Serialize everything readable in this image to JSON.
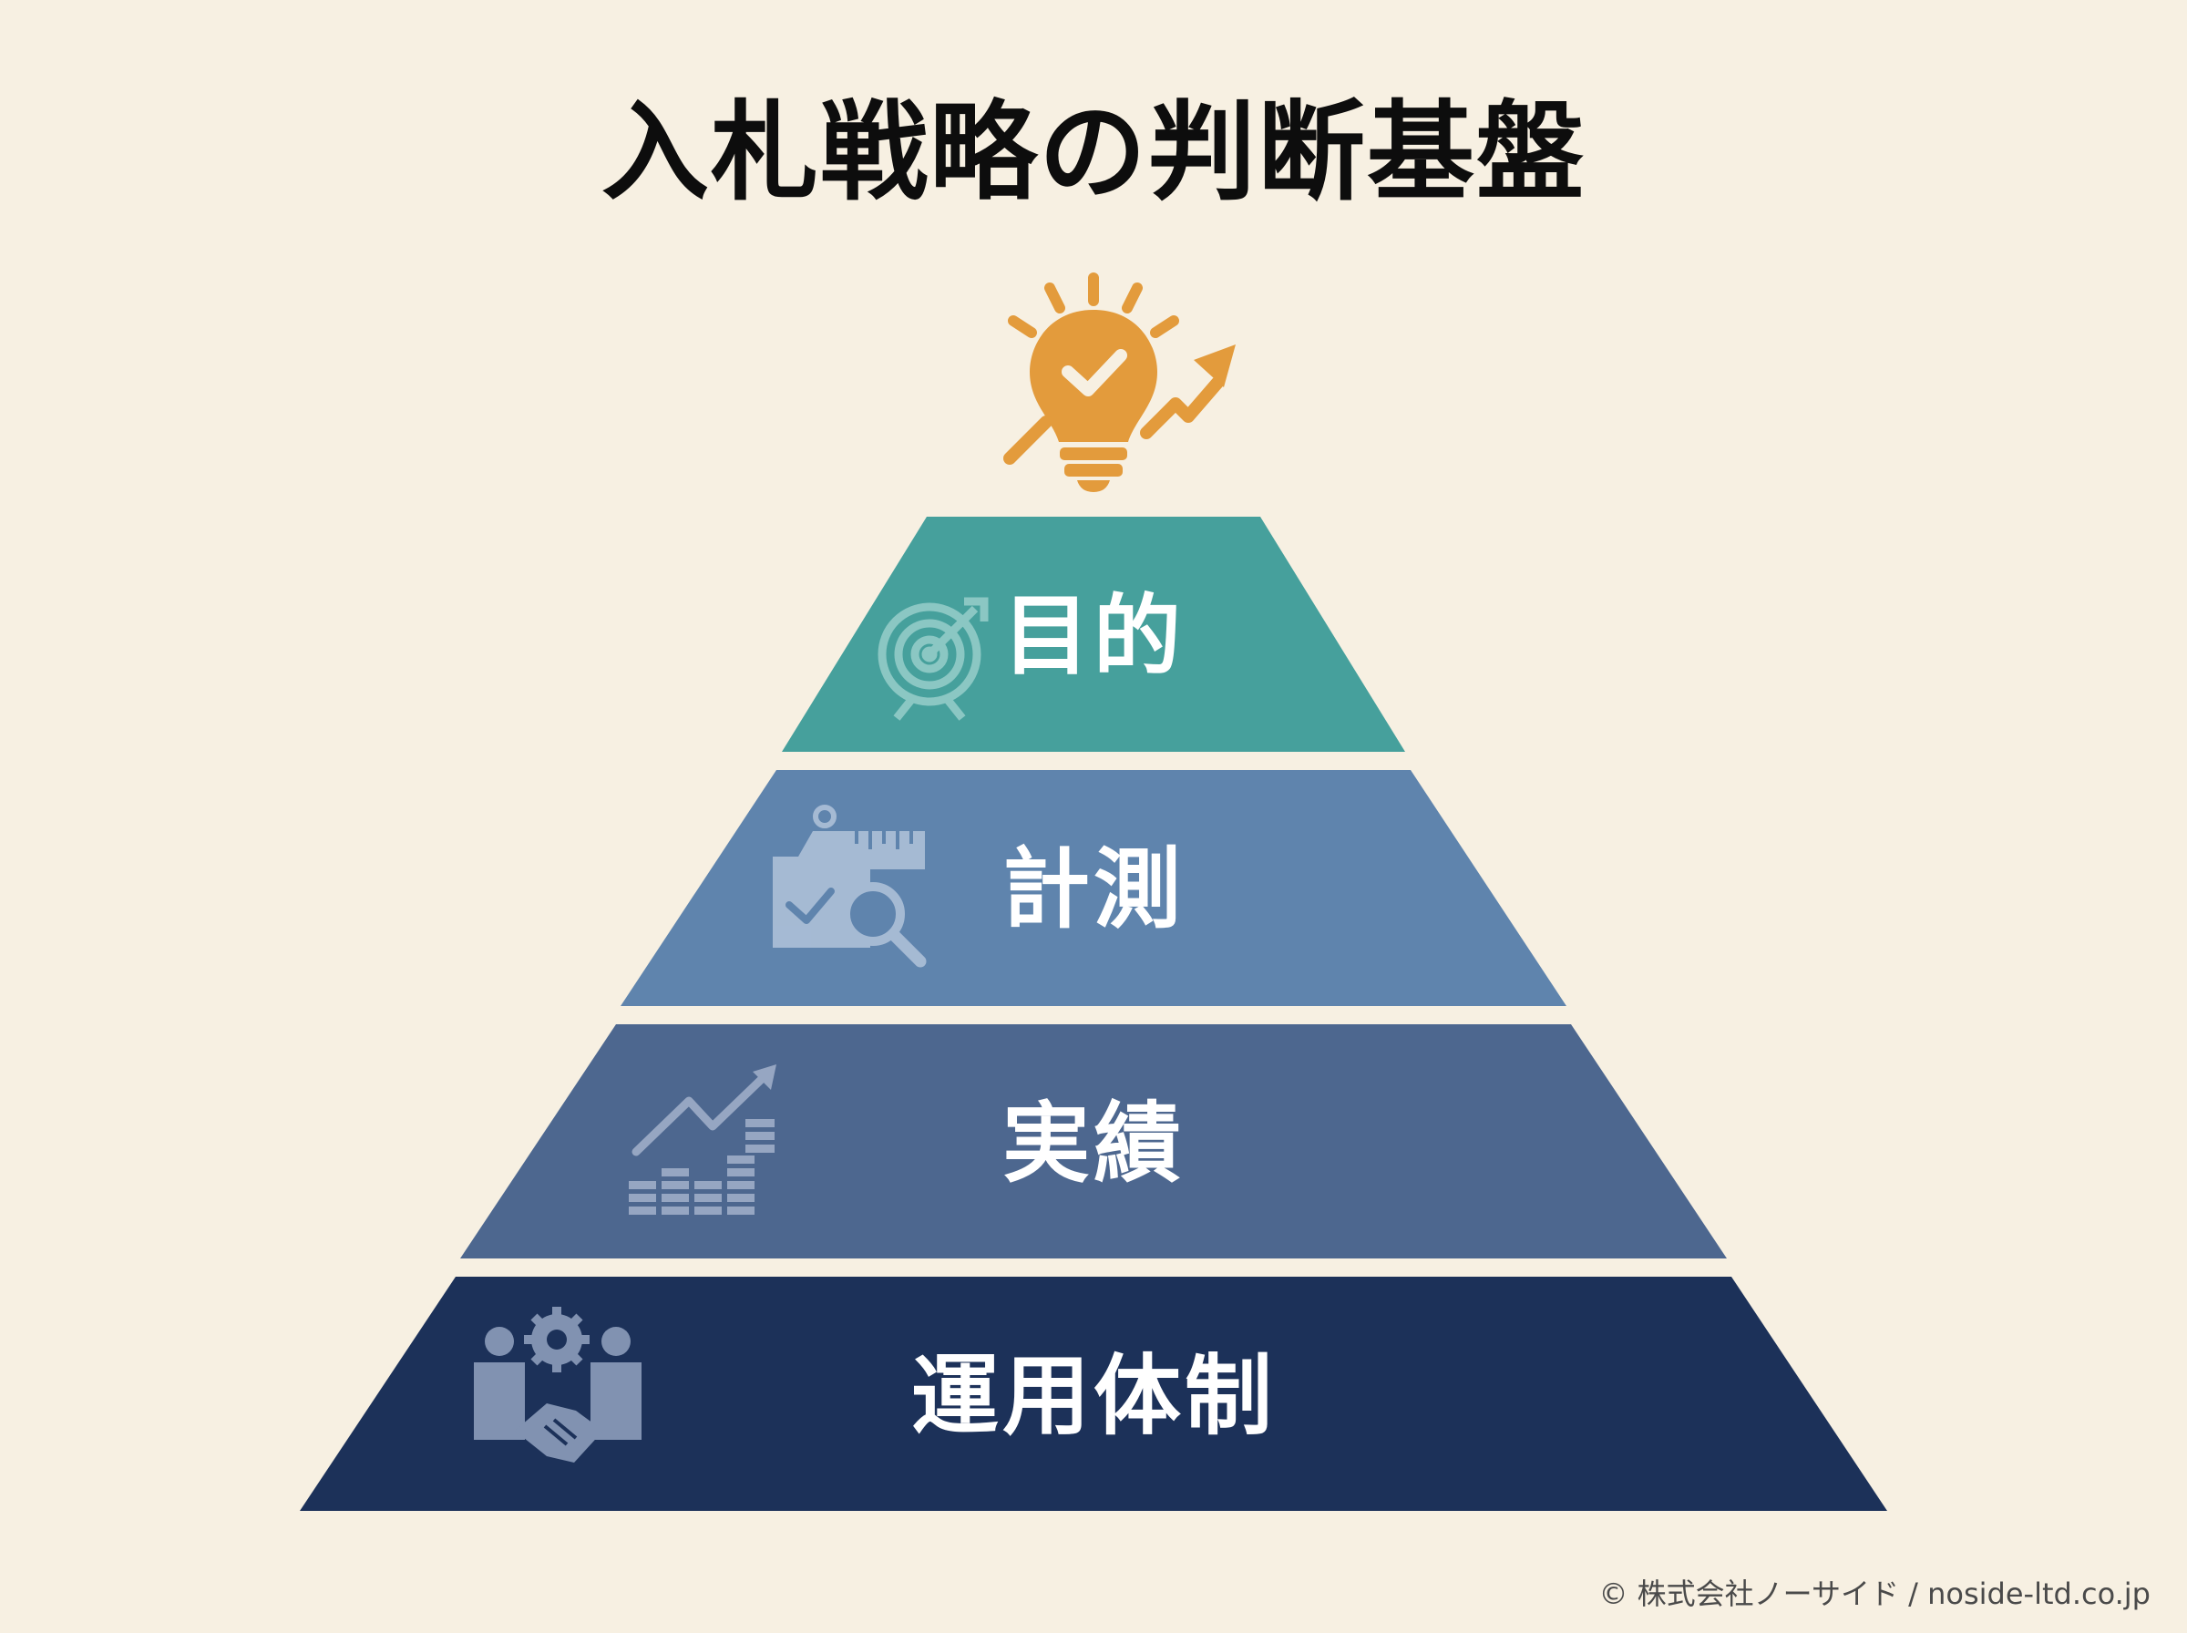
{
  "title": "入札戦略の判断基盤",
  "top_icon": "lightbulb-check-arrow-icon",
  "tiers": [
    {
      "label": "目的",
      "icon": "target-icon",
      "color": "#46a09c"
    },
    {
      "label": "計測",
      "icon": "tag-ruler-magnifier-icon",
      "color": "#5f84ad"
    },
    {
      "label": "実績",
      "icon": "bar-growth-chart-icon",
      "color": "#4d678f"
    },
    {
      "label": "運用体制",
      "icon": "teamwork-handshake-icon",
      "color": "#1c3159"
    }
  ],
  "accent_color": "#e39b3c",
  "copyright": "© 株式会社ノーサイド / noside-ltd.co.jp"
}
